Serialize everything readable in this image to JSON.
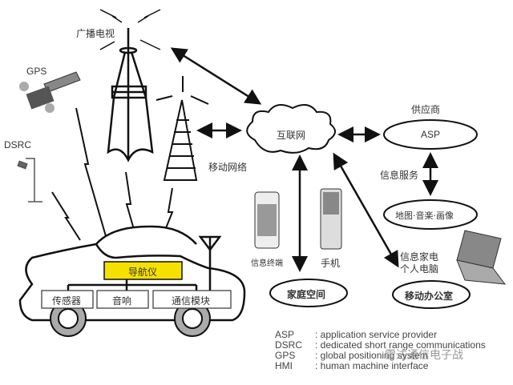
{
  "nodes": {
    "broadcast_tv": "广播电视",
    "gps": "GPS",
    "dsrc": "DSRC",
    "mobile_network": "移动网络",
    "internet": "互联网",
    "provider": "供应商",
    "asp": "ASP",
    "info_service": "信息服务",
    "media": "地图·音楽·画像",
    "info_terminal": "信息终端",
    "mobile_phone": "手机",
    "home_space": "家庭空间",
    "info_appliance_line1": "信息家电",
    "info_appliance_line2": "个人电脑",
    "mobile_office": "移动办公室"
  },
  "car": {
    "navigator": "导航仪",
    "sensor": "传感器",
    "audio": "音响",
    "comm_module": "通信模块"
  },
  "legend": [
    {
      "abbr": "ASP",
      "desc": ": application service provider"
    },
    {
      "abbr": "DSRC",
      "desc": ": dedicated short range communications"
    },
    {
      "abbr": "GPS",
      "desc": ": global positioning system"
    },
    {
      "abbr": "HMI",
      "desc": ": human machine interface"
    }
  ],
  "watermark": "雷达通信电子战",
  "colors": {
    "navigator_fill": "#f5e100",
    "line": "#111111"
  }
}
